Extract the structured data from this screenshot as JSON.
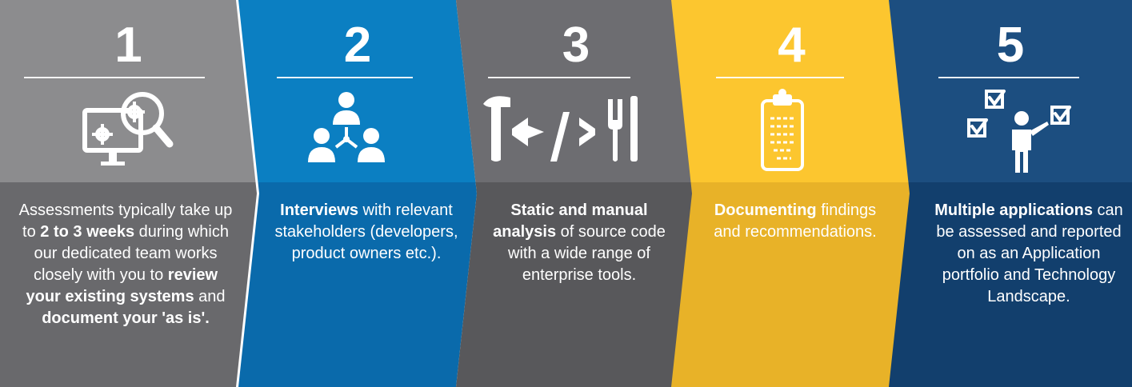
{
  "steps": [
    {
      "number": "1",
      "icon": "monitor-gears-magnifier-icon",
      "colors": {
        "top": "#8c8c8e",
        "bottom": "#69696c",
        "text": "#ffffff"
      },
      "description": [
        {
          "text": "Assessments typically take up to ",
          "bold": false
        },
        {
          "text": "2 to 3 weeks",
          "bold": true
        },
        {
          "text": " during which our dedicated team works closely with you to ",
          "bold": false
        },
        {
          "text": "review your existing systems",
          "bold": true
        },
        {
          "text": " and ",
          "bold": false
        },
        {
          "text": "document your 'as is'.",
          "bold": true
        }
      ]
    },
    {
      "number": "2",
      "icon": "stakeholders-network-icon",
      "colors": {
        "top": "#0b7fc2",
        "bottom": "#0a6aab",
        "text": "#ffffff"
      },
      "description": [
        {
          "text": "Interviews",
          "bold": true
        },
        {
          "text": " with relevant stakeholders (developers, product owners etc.).",
          "bold": false
        }
      ]
    },
    {
      "number": "3",
      "icon": "code-tools-icon",
      "colors": {
        "top": "#6d6d71",
        "bottom": "#58585b",
        "text": "#ffffff"
      },
      "description": [
        {
          "text": "Static and manual analysis",
          "bold": true
        },
        {
          "text": " of source code with a wide range of enterprise tools.",
          "bold": false
        }
      ]
    },
    {
      "number": "4",
      "icon": "clipboard-icon",
      "colors": {
        "top": "#fcc62f",
        "bottom": "#e8b228",
        "text": "#ffffff"
      },
      "description": [
        {
          "text": "Documenting",
          "bold": true
        },
        {
          "text": " findings and recommendations.",
          "bold": false
        }
      ]
    },
    {
      "number": "5",
      "icon": "presenter-checklist-icon",
      "colors": {
        "top": "#1c4e80",
        "bottom": "#123f6d",
        "text": "#ffffff"
      },
      "description": [
        {
          "text": "Multiple applications",
          "bold": true
        },
        {
          "text": " can be assessed and reported on as an Application portfolio and Technology Landscape.",
          "bold": false
        }
      ]
    }
  ]
}
